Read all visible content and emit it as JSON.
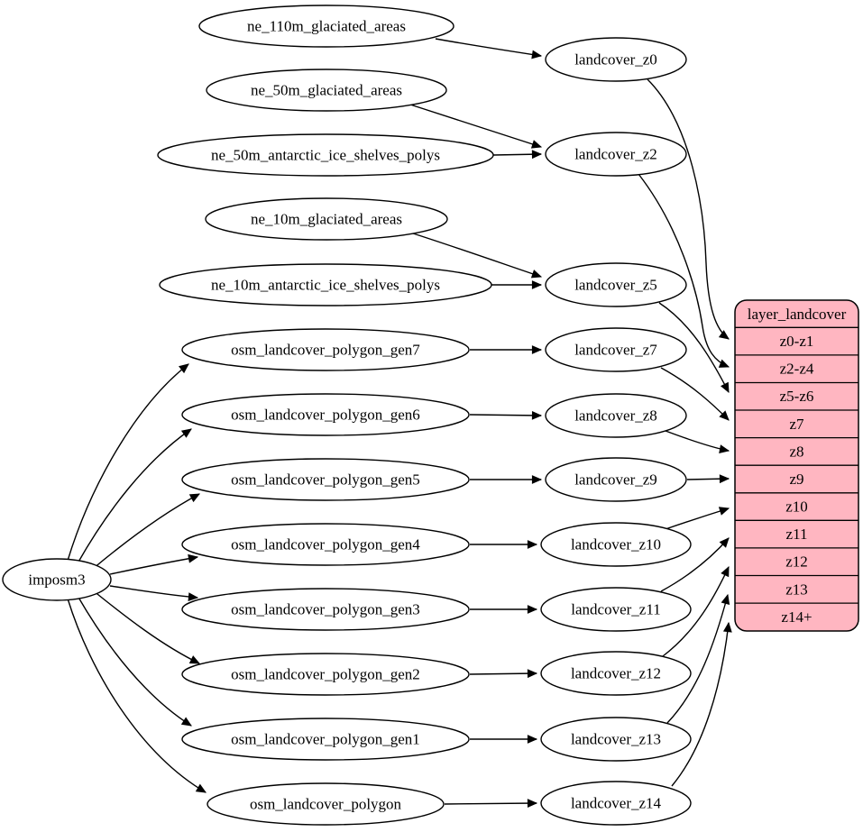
{
  "diagram": {
    "colors": {
      "background": "#ffffff",
      "node_fill": "#ffffff",
      "stroke": "#000000",
      "text": "#000000",
      "table_fill": "#ffb6c1"
    },
    "nodes": [
      {
        "id": "imposm3",
        "label": "imposm3"
      },
      {
        "id": "ne_110m_glaciated_areas",
        "label": "ne_110m_glaciated_areas"
      },
      {
        "id": "ne_50m_glaciated_areas",
        "label": "ne_50m_glaciated_areas"
      },
      {
        "id": "ne_50m_antarctic_ice_shelves_polys",
        "label": "ne_50m_antarctic_ice_shelves_polys"
      },
      {
        "id": "ne_10m_glaciated_areas",
        "label": "ne_10m_glaciated_areas"
      },
      {
        "id": "ne_10m_antarctic_ice_shelves_polys",
        "label": "ne_10m_antarctic_ice_shelves_polys"
      },
      {
        "id": "osm_landcover_polygon_gen7",
        "label": "osm_landcover_polygon_gen7"
      },
      {
        "id": "osm_landcover_polygon_gen6",
        "label": "osm_landcover_polygon_gen6"
      },
      {
        "id": "osm_landcover_polygon_gen5",
        "label": "osm_landcover_polygon_gen5"
      },
      {
        "id": "osm_landcover_polygon_gen4",
        "label": "osm_landcover_polygon_gen4"
      },
      {
        "id": "osm_landcover_polygon_gen3",
        "label": "osm_landcover_polygon_gen3"
      },
      {
        "id": "osm_landcover_polygon_gen2",
        "label": "osm_landcover_polygon_gen2"
      },
      {
        "id": "osm_landcover_polygon_gen1",
        "label": "osm_landcover_polygon_gen1"
      },
      {
        "id": "osm_landcover_polygon",
        "label": "osm_landcover_polygon"
      },
      {
        "id": "landcover_z0",
        "label": "landcover_z0"
      },
      {
        "id": "landcover_z2",
        "label": "landcover_z2"
      },
      {
        "id": "landcover_z5",
        "label": "landcover_z5"
      },
      {
        "id": "landcover_z7",
        "label": "landcover_z7"
      },
      {
        "id": "landcover_z8",
        "label": "landcover_z8"
      },
      {
        "id": "landcover_z9",
        "label": "landcover_z9"
      },
      {
        "id": "landcover_z10",
        "label": "landcover_z10"
      },
      {
        "id": "landcover_z11",
        "label": "landcover_z11"
      },
      {
        "id": "landcover_z12",
        "label": "landcover_z12"
      },
      {
        "id": "landcover_z13",
        "label": "landcover_z13"
      },
      {
        "id": "landcover_z14",
        "label": "landcover_z14"
      }
    ],
    "table": {
      "title": "layer_landcover",
      "rows": [
        "z0-z1",
        "z2-z4",
        "z5-z6",
        "z7",
        "z8",
        "z9",
        "z10",
        "z11",
        "z12",
        "z13",
        "z14+"
      ]
    },
    "edges": [
      {
        "from": "imposm3",
        "to": "osm_landcover_polygon_gen7"
      },
      {
        "from": "imposm3",
        "to": "osm_landcover_polygon_gen6"
      },
      {
        "from": "imposm3",
        "to": "osm_landcover_polygon_gen5"
      },
      {
        "from": "imposm3",
        "to": "osm_landcover_polygon_gen4"
      },
      {
        "from": "imposm3",
        "to": "osm_landcover_polygon_gen3"
      },
      {
        "from": "imposm3",
        "to": "osm_landcover_polygon_gen2"
      },
      {
        "from": "imposm3",
        "to": "osm_landcover_polygon_gen1"
      },
      {
        "from": "imposm3",
        "to": "osm_landcover_polygon"
      },
      {
        "from": "ne_110m_glaciated_areas",
        "to": "landcover_z0"
      },
      {
        "from": "ne_50m_glaciated_areas",
        "to": "landcover_z2"
      },
      {
        "from": "ne_50m_antarctic_ice_shelves_polys",
        "to": "landcover_z2"
      },
      {
        "from": "ne_10m_glaciated_areas",
        "to": "landcover_z5"
      },
      {
        "from": "ne_10m_antarctic_ice_shelves_polys",
        "to": "landcover_z5"
      },
      {
        "from": "osm_landcover_polygon_gen7",
        "to": "landcover_z7"
      },
      {
        "from": "osm_landcover_polygon_gen6",
        "to": "landcover_z8"
      },
      {
        "from": "osm_landcover_polygon_gen5",
        "to": "landcover_z9"
      },
      {
        "from": "osm_landcover_polygon_gen4",
        "to": "landcover_z10"
      },
      {
        "from": "osm_landcover_polygon_gen3",
        "to": "landcover_z11"
      },
      {
        "from": "osm_landcover_polygon_gen2",
        "to": "landcover_z12"
      },
      {
        "from": "osm_landcover_polygon_gen1",
        "to": "landcover_z13"
      },
      {
        "from": "osm_landcover_polygon",
        "to": "landcover_z14"
      },
      {
        "from": "landcover_z0",
        "to": "layer_landcover.z0-z1"
      },
      {
        "from": "landcover_z2",
        "to": "layer_landcover.z2-z4"
      },
      {
        "from": "landcover_z5",
        "to": "layer_landcover.z5-z6"
      },
      {
        "from": "landcover_z7",
        "to": "layer_landcover.z7"
      },
      {
        "from": "landcover_z8",
        "to": "layer_landcover.z8"
      },
      {
        "from": "landcover_z9",
        "to": "layer_landcover.z9"
      },
      {
        "from": "landcover_z10",
        "to": "layer_landcover.z10"
      },
      {
        "from": "landcover_z11",
        "to": "layer_landcover.z11"
      },
      {
        "from": "landcover_z12",
        "to": "layer_landcover.z12"
      },
      {
        "from": "landcover_z13",
        "to": "layer_landcover.z13"
      },
      {
        "from": "landcover_z14",
        "to": "layer_landcover.z14+"
      }
    ]
  }
}
